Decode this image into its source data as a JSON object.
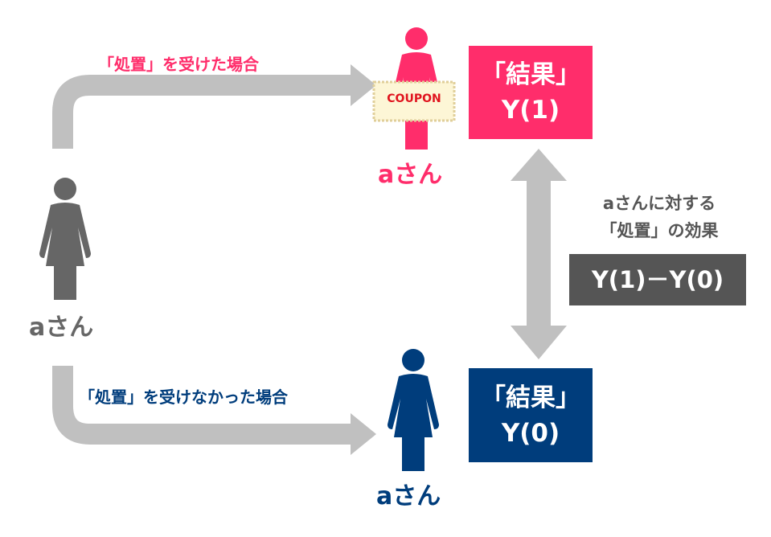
{
  "labels": {
    "treated": "「処置」を受けた場合",
    "untreated": "「処置」を受けなかった場合"
  },
  "persons": {
    "left": "aさん",
    "treated": "aさん",
    "untreated": "aさん"
  },
  "coupon": "COUPON",
  "result_treated": {
    "title": "「結果」",
    "value": "Y(1)"
  },
  "result_untreated": {
    "title": "「結果」",
    "value": "Y(0)"
  },
  "effect": {
    "line1": "aさんに対する",
    "line2": "「処置」の効果",
    "formula": "Y(1)－Y(0)"
  },
  "colors": {
    "pink": "#ff2d6b",
    "blue": "#003d7c",
    "gray": "#666666",
    "arrow": "#c0c0c0",
    "dark": "#555555"
  }
}
